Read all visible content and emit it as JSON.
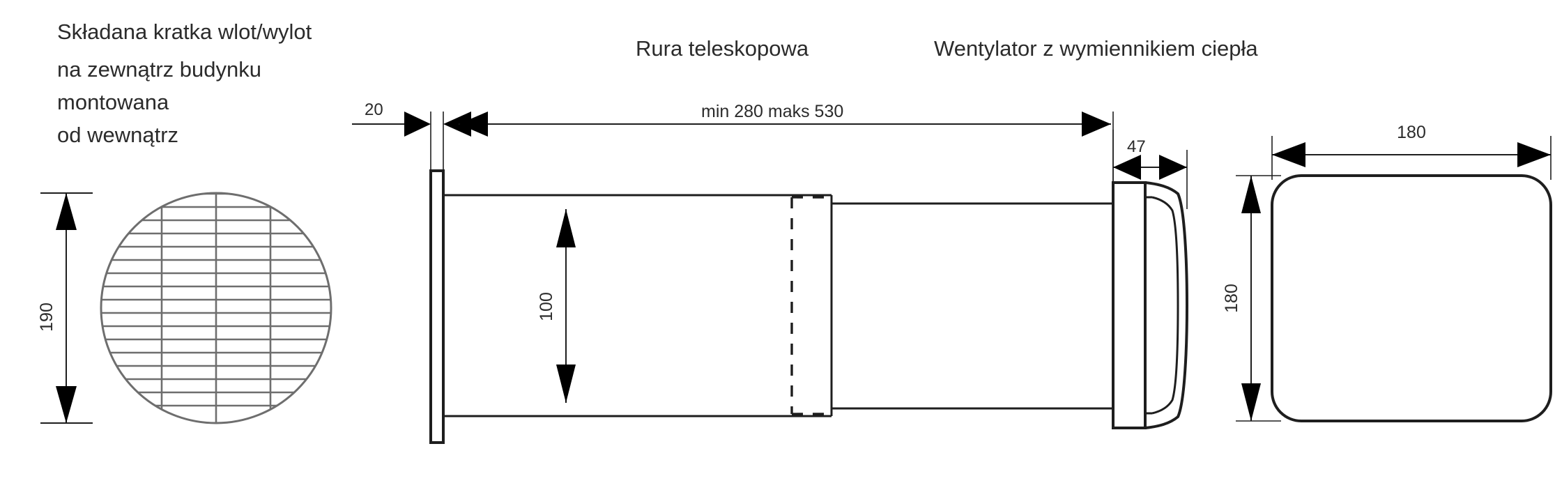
{
  "diagram": {
    "title_grille": "Składana kratka wlot/wylot\nna zewnątrz budynku\nmontowana\nod wewnątrz",
    "labels": {
      "grille_line1": "Składana kratka wlot/wylot",
      "grille_line2": "na zewnątrz budynku",
      "grille_line3": "montowana",
      "grille_line4": "od wewnątrz",
      "telescopic_pipe": "Rura teleskopowa",
      "fan_heat_exchanger": "Wentylator z wymiennikiem ciepła"
    },
    "dimensions": {
      "flange_thickness": "20",
      "pipe_length": "min 280 maks 530",
      "pipe_diameter": "100",
      "fan_depth": "47",
      "grille_diameter": "190",
      "unit_width": "180",
      "unit_height": "180"
    },
    "colors": {
      "outline": "#1e1e1e",
      "grille": "#6e6e6e",
      "text": "#2b2b2b",
      "background": "#ffffff",
      "arrow": "#000000"
    },
    "grille_geometry": {
      "horizontal_line_count": 17,
      "vertical_line_count": 3
    }
  }
}
